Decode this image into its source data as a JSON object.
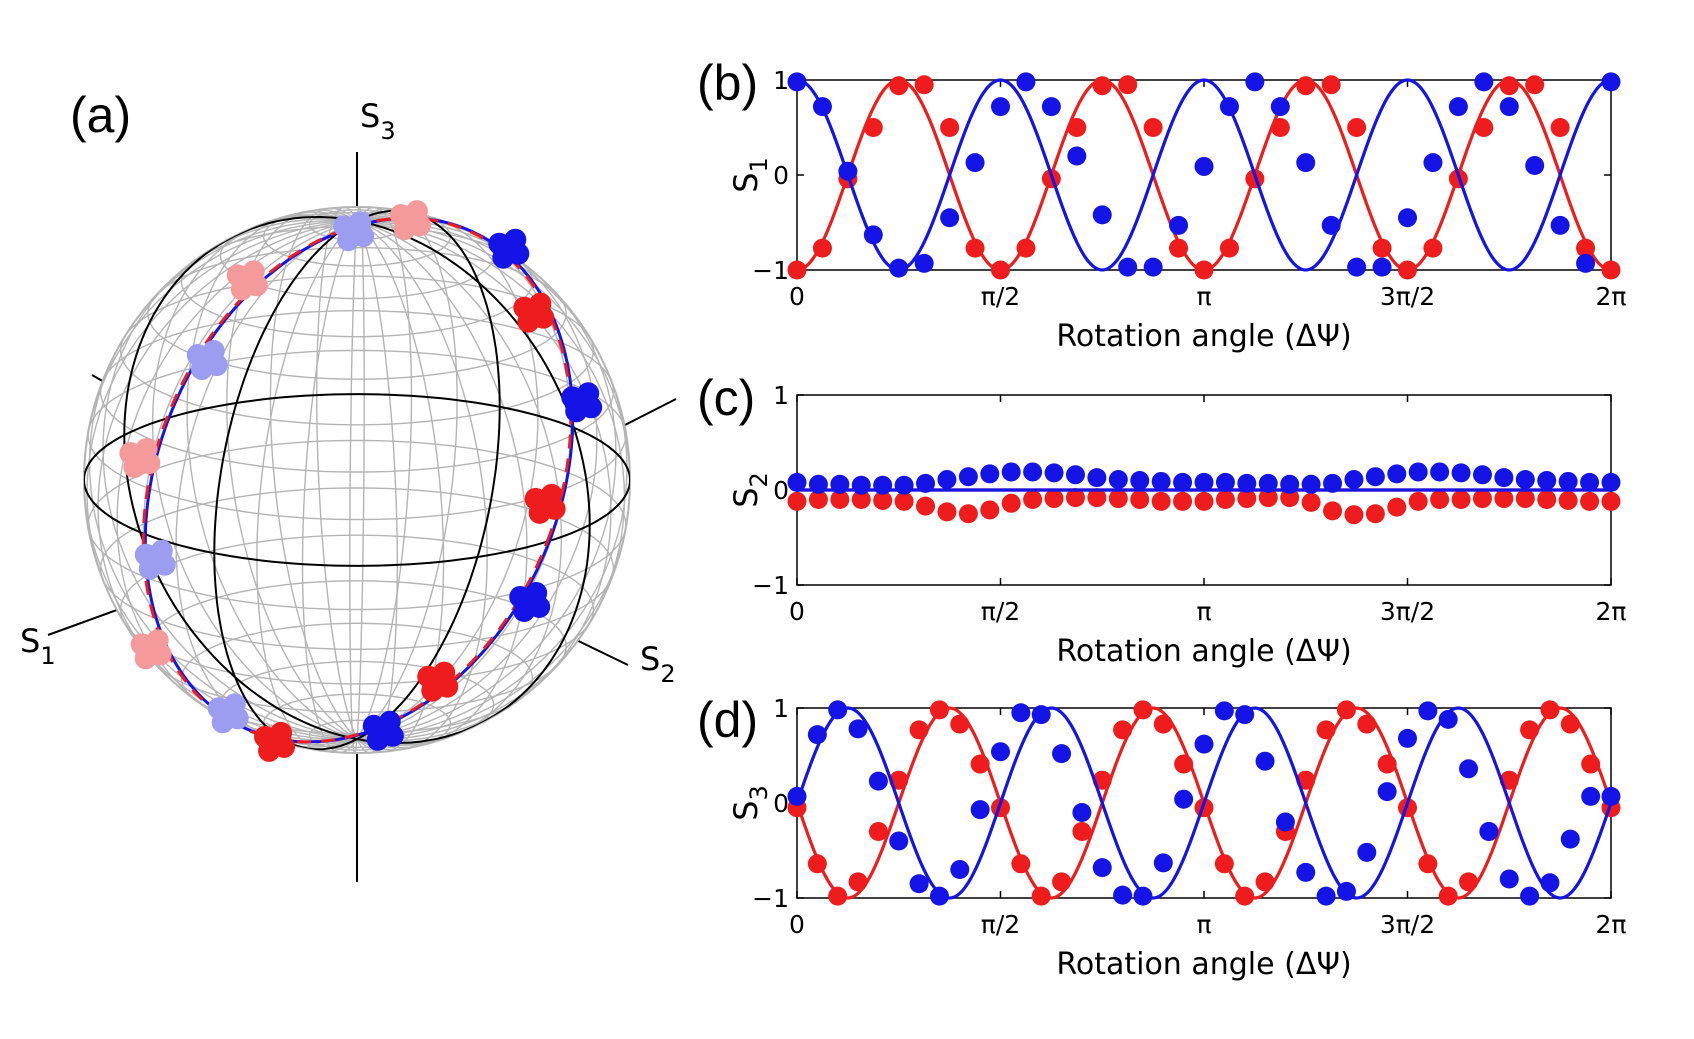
{
  "panels": {
    "a": "(a)",
    "b": "(b)",
    "c": "(c)",
    "d": "(d)"
  },
  "sphere": {
    "axes": {
      "s1": "S",
      "s1_sub": "1",
      "s2": "S",
      "s2_sub": "2",
      "s3": "S",
      "s3_sub": "3"
    }
  },
  "colors": {
    "red": "#ee1c1c",
    "blue": "#1414e6",
    "grid": "#b4b4b4",
    "light_red": "#f49a9a",
    "light_blue": "#9c9cf0"
  },
  "chart_data": [
    {
      "id": "b",
      "type": "line",
      "ylabel_main": "S",
      "ylabel_sub": "1",
      "xlabel": "Rotation angle (ΔΨ)",
      "xlim": [
        0,
        6.2832
      ],
      "ylim": [
        -1,
        1
      ],
      "xticks": [
        "0",
        "π/2",
        "π",
        "3π/2",
        "2π"
      ],
      "yticks": [
        "−1",
        "0",
        "1"
      ],
      "grid": false,
      "series": [
        {
          "color": "red",
          "curve": "-cos(4x)",
          "markers_y": [
            -1,
            -0.77,
            -0.04,
            0.5,
            0.94,
            0.95,
            0.5,
            -0.77,
            -1,
            -0.77,
            -0.04,
            0.5,
            0.94,
            0.95,
            0.5,
            -0.77,
            -1,
            -0.77,
            -0.04,
            0.5,
            0.94,
            0.95,
            0.5,
            -0.77,
            -1,
            -0.77,
            -0.04,
            0.5,
            0.94,
            0.95,
            0.5,
            -0.77,
            -1
          ]
        },
        {
          "color": "blue",
          "curve": "cos(4x)",
          "markers_y": [
            0.98,
            0.72,
            0.04,
            -0.63,
            -0.98,
            -0.93,
            -0.45,
            0.13,
            0.72,
            0.98,
            0.72,
            0.2,
            -0.42,
            -0.97,
            -0.97,
            -0.53,
            0.09,
            0.72,
            0.98,
            0.72,
            0.13,
            -0.53,
            -0.97,
            -0.97,
            -0.45,
            0.13,
            0.72,
            0.98,
            0.72,
            0.1,
            -0.53,
            -0.93,
            0.98
          ]
        }
      ]
    },
    {
      "id": "c",
      "type": "line",
      "ylabel_main": "S",
      "ylabel_sub": "2",
      "xlabel": "Rotation angle (ΔΨ)",
      "xlim": [
        0,
        6.2832
      ],
      "ylim": [
        -1,
        1
      ],
      "xticks": [
        "0",
        "π/2",
        "π",
        "3π/2",
        "2π"
      ],
      "yticks": [
        "−1",
        "0",
        "1"
      ],
      "grid": false,
      "series": [
        {
          "color": "red",
          "curve": "0",
          "markers_y": [
            -0.12,
            -0.1,
            -0.1,
            -0.1,
            -0.11,
            -0.12,
            -0.17,
            -0.23,
            -0.25,
            -0.21,
            -0.14,
            -0.1,
            -0.09,
            -0.08,
            -0.08,
            -0.09,
            -0.1,
            -0.12,
            -0.12,
            -0.12,
            -0.1,
            -0.09,
            -0.08,
            -0.08,
            -0.13,
            -0.22,
            -0.26,
            -0.25,
            -0.18,
            -0.12,
            -0.1,
            -0.1,
            -0.09,
            -0.09,
            -0.09,
            -0.1,
            -0.11,
            -0.12,
            -0.12
          ]
        },
        {
          "color": "blue",
          "curve": "0",
          "markers_y": [
            0.08,
            0.06,
            0.06,
            0.05,
            0.05,
            0.05,
            0.07,
            0.11,
            0.14,
            0.17,
            0.19,
            0.19,
            0.18,
            0.16,
            0.13,
            0.11,
            0.1,
            0.09,
            0.08,
            0.08,
            0.08,
            0.07,
            0.07,
            0.06,
            0.06,
            0.07,
            0.11,
            0.14,
            0.17,
            0.19,
            0.19,
            0.18,
            0.16,
            0.13,
            0.11,
            0.1,
            0.09,
            0.08,
            0.08
          ]
        }
      ]
    },
    {
      "id": "d",
      "type": "line",
      "ylabel_main": "S",
      "ylabel_sub": "3",
      "xlabel": "Rotation angle (ΔΨ)",
      "xlim": [
        0,
        6.2832
      ],
      "ylim": [
        -1,
        1
      ],
      "xticks": [
        "0",
        "π/2",
        "π",
        "3π/2",
        "2π"
      ],
      "yticks": [
        "−1",
        "0",
        "1"
      ],
      "grid": false,
      "series": [
        {
          "color": "red",
          "curve": "-sin(4x)",
          "markers_y": [
            -0.05,
            -0.64,
            -0.98,
            -0.83,
            -0.3,
            0.24,
            0.77,
            0.98,
            0.83,
            0.41,
            -0.05,
            -0.64,
            -0.98,
            -0.83,
            -0.3,
            0.24,
            0.77,
            0.98,
            0.83,
            0.41,
            -0.05,
            -0.64,
            -0.98,
            -0.83,
            -0.3,
            0.24,
            0.77,
            0.98,
            0.83,
            0.41,
            -0.05,
            -0.64,
            -0.98,
            -0.83,
            -0.3,
            0.24,
            0.77,
            0.98,
            0.83,
            0.41,
            -0.05
          ]
        },
        {
          "color": "blue",
          "curve": "sin(4x)",
          "markers_y": [
            0.07,
            0.72,
            0.98,
            0.78,
            0.23,
            -0.4,
            -0.85,
            -0.98,
            -0.7,
            -0.07,
            0.54,
            0.95,
            0.93,
            0.52,
            -0.1,
            -0.68,
            -0.97,
            -0.98,
            -0.63,
            0.04,
            0.62,
            0.97,
            0.93,
            0.44,
            -0.2,
            -0.73,
            -0.98,
            -0.93,
            -0.52,
            0.12,
            0.68,
            0.97,
            0.88,
            0.36,
            -0.3,
            -0.8,
            -0.98,
            -0.84,
            -0.38,
            0.07,
            0.07
          ]
        }
      ]
    }
  ]
}
